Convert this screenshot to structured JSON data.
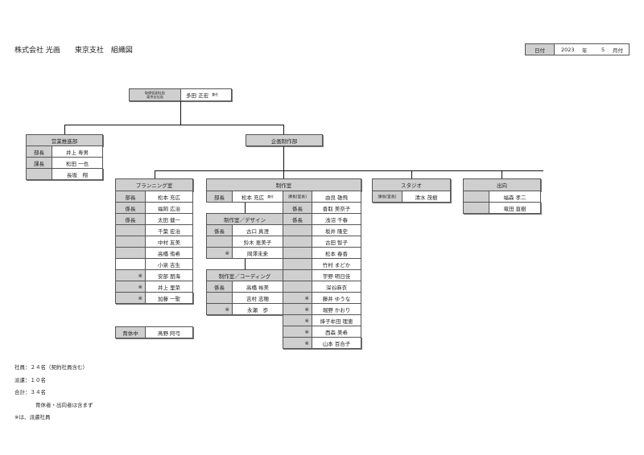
{
  "header": {
    "company": "株式会社 光画",
    "branch": "東京支社",
    "doc_title": "組織図"
  },
  "date_box": {
    "label": "日付",
    "year": "2023",
    "year_unit": "年",
    "month": "5",
    "month_unit": "月付"
  },
  "top": {
    "title_line1": "取締役副社役",
    "title_line2": "東京支社長",
    "name": "多田 正宏",
    "note": "兼任"
  },
  "eigyo": {
    "name": "営業推進部",
    "rows": [
      {
        "role": "部長",
        "name": "井上 寿男"
      },
      {
        "role": "課長",
        "name": "松田 一也"
      },
      {
        "role": "",
        "name": "長坂　翔"
      }
    ]
  },
  "kikaku": {
    "name": "企画制作部"
  },
  "planning": {
    "name": "プランニング室",
    "rows": [
      {
        "role": "部長",
        "name": "松本 充広"
      },
      {
        "role": "係長",
        "name": "福岡 広治"
      },
      {
        "role": "係長",
        "name": "太田 健一"
      },
      {
        "role": "",
        "name": "千葉 宏治"
      },
      {
        "role": "",
        "name": "中村 友美"
      },
      {
        "role": "",
        "name": "高橋 侑希"
      },
      {
        "role": "",
        "name": "小泉 吉生"
      },
      {
        "role": "※",
        "name": "安部 朋海"
      },
      {
        "role": "※",
        "name": "井上 里菜"
      },
      {
        "role": "※",
        "name": "加藤 一聖"
      }
    ],
    "leave": {
      "role": "育休中",
      "name": "髙野 阿弓"
    }
  },
  "seisaku": {
    "name": "制作室",
    "head": {
      "role": "部長",
      "name": "松本 充広",
      "note": "兼任"
    },
    "right_rows": [
      {
        "role": "課長(室長)",
        "name": "由良 雄飛"
      },
      {
        "role": "係長",
        "name": "香取 美奈子"
      },
      {
        "role": "係長",
        "name": "浅沼 千春"
      },
      {
        "role": "",
        "name": "坂井 隆史"
      },
      {
        "role": "",
        "name": "古田 智子"
      },
      {
        "role": "",
        "name": "松本 春香"
      },
      {
        "role": "",
        "name": "竹村 まどか"
      },
      {
        "role": "",
        "name": "宇野 明日佳"
      },
      {
        "role": "",
        "name": "深谷麻衣"
      },
      {
        "role": "※",
        "name": "藤井 ゆうな"
      },
      {
        "role": "※",
        "name": "堀野 かおり"
      },
      {
        "role": "※",
        "name": "烽子牟田 理恵"
      },
      {
        "role": "※",
        "name": "西森 美希"
      },
      {
        "role": "※",
        "name": "山本 百合子"
      }
    ],
    "design": {
      "name": "制作室／デザイン",
      "rows": [
        {
          "role": "係長",
          "name": "古口 真澄"
        },
        {
          "role": "",
          "name": "鈴木 恵美子"
        },
        {
          "role": "※",
          "name": "岡澤未来"
        }
      ]
    },
    "coding": {
      "name": "制作室／コーディング",
      "rows": [
        {
          "role": "係長",
          "name": "高橋 裕美"
        },
        {
          "role": "",
          "name": "吉村 志穂"
        },
        {
          "role": "※",
          "name": "永瀬　歩"
        }
      ]
    }
  },
  "studio": {
    "name": "スタジオ",
    "rows": [
      {
        "role": "課長(室長)",
        "name": "清水 茂樹"
      }
    ]
  },
  "shukko": {
    "name": "出向",
    "rows": [
      {
        "role": "",
        "name": "福森 孝二"
      },
      {
        "role": "",
        "name": "竜田 直樹"
      }
    ]
  },
  "notes": {
    "line1": "社員：２４名（契約社員含む）",
    "line2": "派遣：１０名",
    "line3": "合計：３４名",
    "line4": "育休者・出向者は含まず",
    "line5": "※は、派遣社員"
  }
}
